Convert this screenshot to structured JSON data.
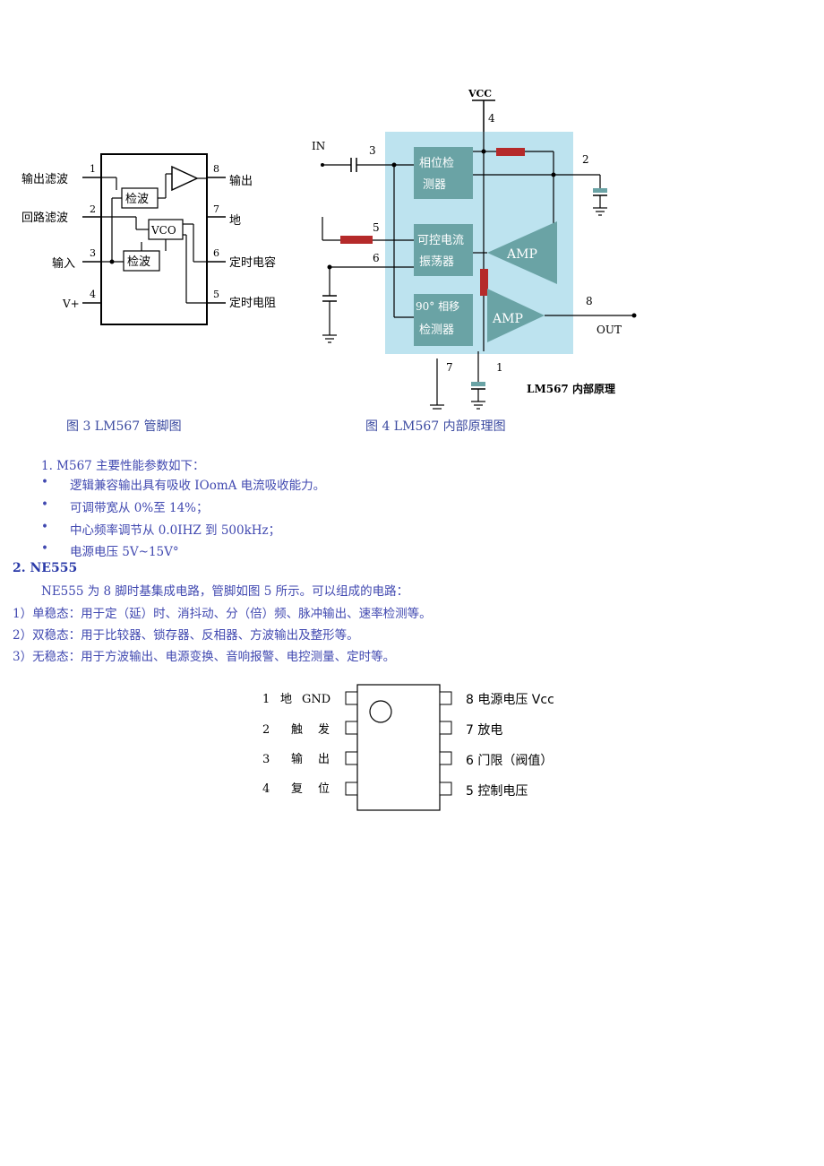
{
  "fig3": {
    "pins": {
      "p1": "1",
      "p2": "2",
      "p3": "3",
      "p4": "4",
      "p5": "5",
      "p6": "6",
      "p7": "7",
      "p8": "8"
    },
    "left_labels": [
      "输出滤波",
      "回路滤波",
      "输入",
      "V+"
    ],
    "right_labels": [
      "输出",
      "地",
      "定时电容",
      "定时电阻"
    ],
    "blocks": {
      "detect1": "检波",
      "detect2": "检波",
      "vco": "VCO"
    },
    "caption": "图 3 LM567 管脚图"
  },
  "fig4": {
    "vcc": "VCC",
    "in": "IN",
    "out": "OUT",
    "pins": {
      "p1": "1",
      "p2": "2",
      "p3": "3",
      "p4": "4",
      "p5": "5",
      "p6": "6",
      "p7": "7",
      "p8": "8"
    },
    "block_phase": [
      "相位检",
      "测器"
    ],
    "block_osc": [
      "可控电流",
      "振荡器"
    ],
    "block_q": [
      "90° 相移",
      "检测器"
    ],
    "amp1": "AMP",
    "amp2": "AMP",
    "note": "LM567 内部原理",
    "caption": "图 4   LM567 内部原理图"
  },
  "section1": {
    "title": "1. M567 主要性能参数如下：",
    "bullets": [
      "逻辑兼容输出具有吸收 IOomA 电流吸收能力。",
      "可调带宽从 0%至 14%；",
      "中心频率调节从 0.0IHZ 到 500kHz；",
      "电源电压 5V~15V°"
    ]
  },
  "section2": {
    "heading": "2.   NE555",
    "intro": "NE555 为 8 脚时基集成电路，管脚如图 5 所示。可以组成的电路：",
    "items": [
      "1）单稳态：用于定（延）时、消抖动、分（倍）频、脉冲输出、速率检测等。",
      "2）双稳态：用于比较器、锁存器、反相器、方波输出及整形等。",
      "3）无稳态：用于方波输出、电源变换、音响报警、电控测量、定时等。"
    ]
  },
  "fig5": {
    "left": [
      {
        "num": "1",
        "name1": "地",
        "name2": "GND"
      },
      {
        "num": "2",
        "name1": "触",
        "name2": "发"
      },
      {
        "num": "3",
        "name1": "输",
        "name2": "出"
      },
      {
        "num": "4",
        "name1": "复",
        "name2": "位"
      }
    ],
    "right": [
      "8 电源电压 Vcc",
      "7 放电",
      "6 门限（阀值）",
      "5 控制电压"
    ]
  },
  "colors": {
    "block_bg": "#bde3ef",
    "block": "#6aa3a5",
    "resistor": "#b52a2a",
    "text_blue": "#4048b0"
  }
}
